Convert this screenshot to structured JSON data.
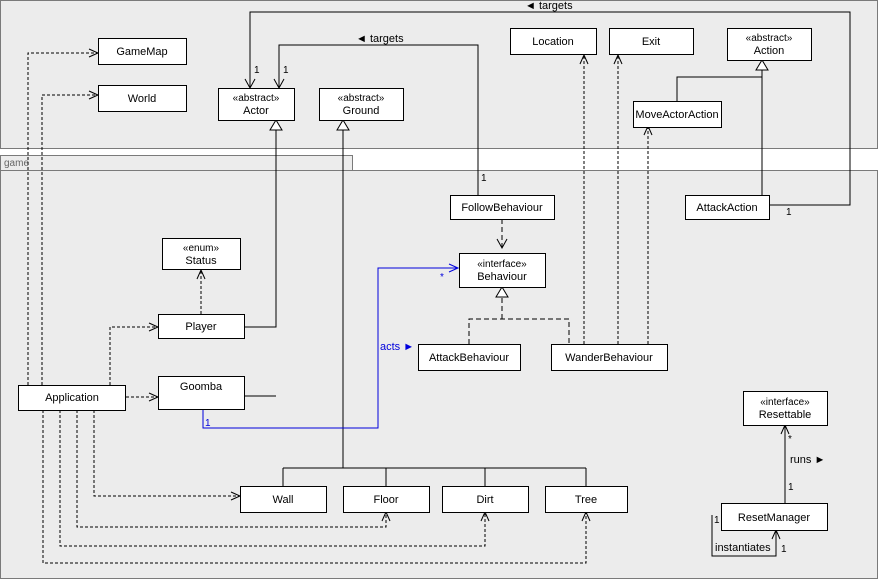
{
  "package": {
    "name": "game"
  },
  "classes": {
    "gamemap": {
      "name": "GameMap"
    },
    "world": {
      "name": "World"
    },
    "actor": {
      "stereotype": "«abstract»",
      "name": "Actor"
    },
    "ground": {
      "stereotype": "«abstract»",
      "name": "Ground"
    },
    "location": {
      "name": "Location"
    },
    "exit": {
      "name": "Exit"
    },
    "action": {
      "stereotype": "«abstract»",
      "name": "Action"
    },
    "moveactoraction": {
      "name": "MoveActorAction"
    },
    "followbehaviour": {
      "name": "FollowBehaviour"
    },
    "attackaction": {
      "name": "AttackAction"
    },
    "status": {
      "stereotype": "«enum»",
      "name": "Status"
    },
    "behaviour": {
      "stereotype": "«interface»",
      "name": "Behaviour"
    },
    "player": {
      "name": "Player"
    },
    "attackbehaviour": {
      "name": "AttackBehaviour"
    },
    "wanderbehaviour": {
      "name": "WanderBehaviour"
    },
    "application": {
      "name": "Application"
    },
    "goomba": {
      "name": "Goomba"
    },
    "resettable": {
      "stereotype": "«interface»",
      "name": "Resettable"
    },
    "wall": {
      "name": "Wall"
    },
    "floor": {
      "name": "Floor"
    },
    "dirt": {
      "name": "Dirt"
    },
    "tree": {
      "name": "Tree"
    },
    "resetmanager": {
      "name": "ResetManager"
    }
  },
  "labels": {
    "targets_top": "◄ targets",
    "targets_follow": "◄ targets",
    "acts": "acts ►",
    "runs": "runs ►",
    "instantiates": "instantiates"
  },
  "multiplicities": {
    "actor_left": "1",
    "actor_right": "1",
    "follow": "1",
    "attackaction": "1",
    "behaviour_many": "*",
    "goomba_one": "1",
    "resettable_many": "*",
    "resetmanager_one": "1",
    "self_left": "1",
    "self_right": "1"
  }
}
